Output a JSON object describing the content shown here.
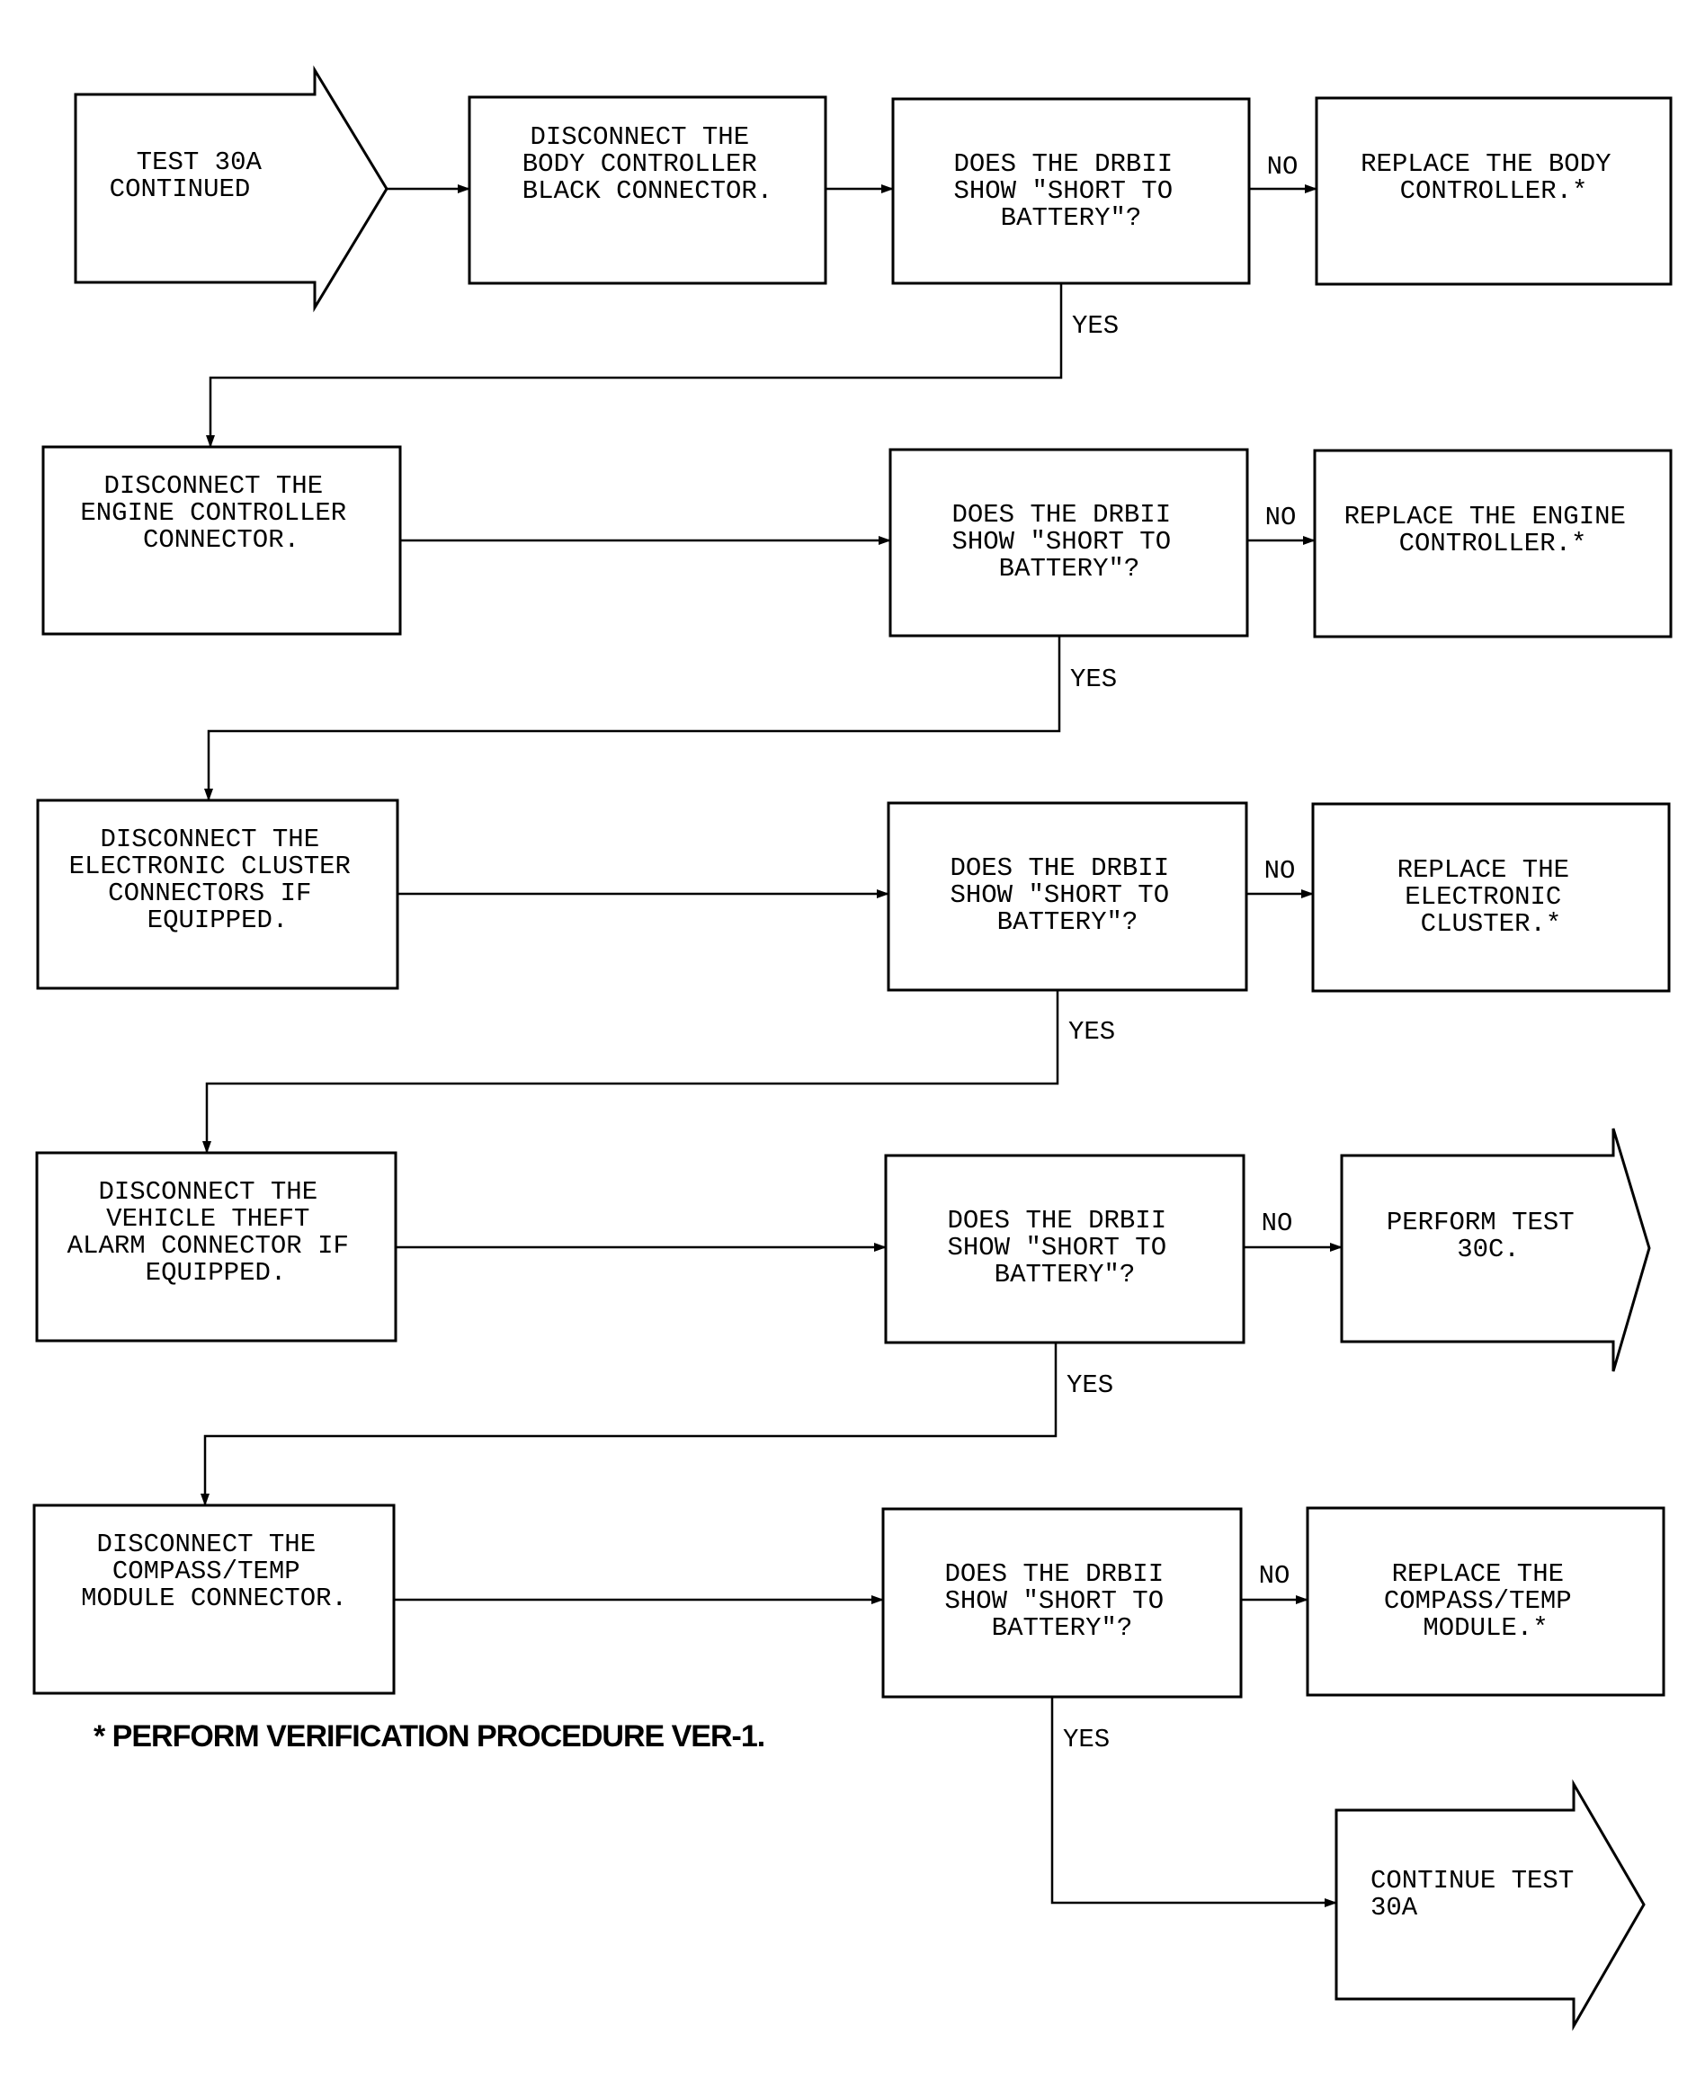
{
  "row1": {
    "start": [
      "TEST 30A",
      "CONTINUED"
    ],
    "action": [
      "DISCONNECT THE",
      "BODY CONTROLLER",
      "BLACK CONNECTOR."
    ],
    "question": [
      "DOES THE DRBII",
      "SHOW \"SHORT TO",
      "BATTERY\"?"
    ],
    "no_label": "NO",
    "result": [
      "REPLACE THE BODY",
      "CONTROLLER.*"
    ],
    "yes_label": "YES"
  },
  "row2": {
    "action": [
      "DISCONNECT THE",
      "ENGINE CONTROLLER",
      "CONNECTOR."
    ],
    "question": [
      "DOES THE DRBII",
      "SHOW \"SHORT TO",
      "BATTERY\"?"
    ],
    "no_label": "NO",
    "result": [
      "REPLACE THE ENGINE",
      "CONTROLLER.*"
    ],
    "yes_label": "YES"
  },
  "row3": {
    "action": [
      "DISCONNECT THE",
      "ELECTRONIC CLUSTER",
      "CONNECTORS IF",
      "EQUIPPED."
    ],
    "question": [
      "DOES THE DRBII",
      "SHOW \"SHORT TO",
      "BATTERY\"?"
    ],
    "no_label": "NO",
    "result": [
      "REPLACE THE",
      "ELECTRONIC",
      "CLUSTER.*"
    ],
    "yes_label": "YES"
  },
  "row4": {
    "action": [
      "DISCONNECT THE",
      "VEHICLE THEFT",
      "ALARM CONNECTOR IF",
      "EQUIPPED."
    ],
    "question": [
      "DOES THE DRBII",
      "SHOW \"SHORT TO",
      "BATTERY\"?"
    ],
    "no_label": "NO",
    "result": [
      "PERFORM TEST",
      "30C."
    ],
    "yes_label": "YES"
  },
  "row5": {
    "action": [
      "DISCONNECT THE",
      "COMPASS/TEMP",
      "MODULE CONNECTOR."
    ],
    "question": [
      "DOES THE DRBII",
      "SHOW \"SHORT TO",
      "BATTERY\"?"
    ],
    "no_label": "NO",
    "result": [
      "REPLACE THE",
      "COMPASS/TEMP",
      "MODULE.*"
    ],
    "yes_label": "YES"
  },
  "end": [
    "CONTINUE TEST",
    "30A"
  ],
  "footnote": "* PERFORM VERIFICATION PROCEDURE VER-1."
}
